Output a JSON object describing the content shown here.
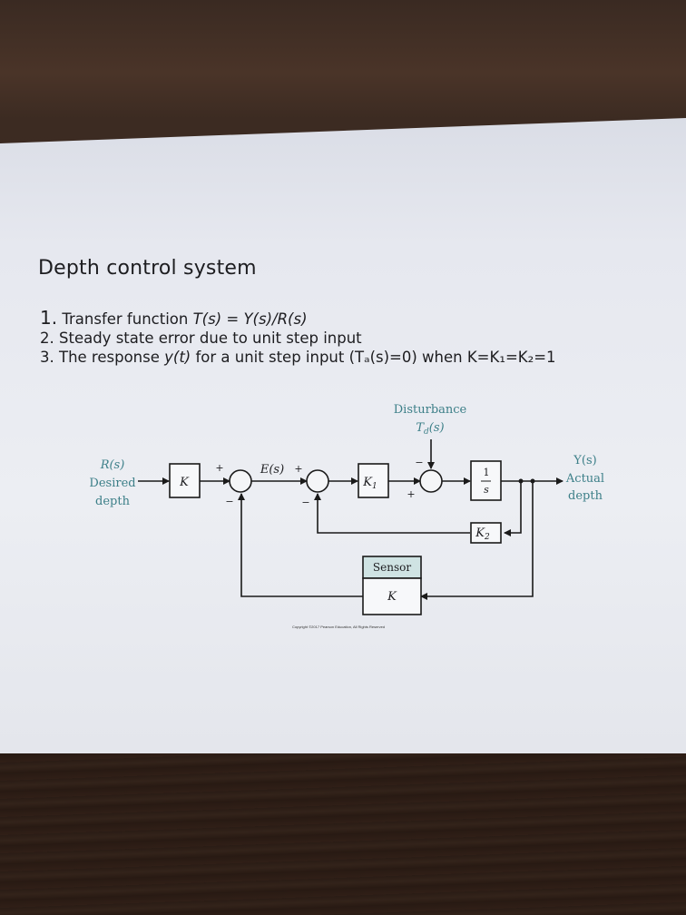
{
  "slide": {
    "title": "Depth control system",
    "items": [
      {
        "num": "1.",
        "before": "Transfer function ",
        "math": "T(s) = Y(s)/R(s)",
        "after": ""
      },
      {
        "num": "2.",
        "before": "Steady state error due to unit step input",
        "math": "",
        "after": ""
      },
      {
        "num": "3.",
        "before": "The response ",
        "math": "y(t)",
        "after": " for a unit step input (Tₐ(s)=0) when K=K₁=K₂=1"
      }
    ]
  },
  "diagram": {
    "input_label": "R(s)",
    "input_caption_1": "Desired",
    "input_caption_2": "depth",
    "output_label": "Y(s)",
    "output_caption_1": "Actual",
    "output_caption_2": "depth",
    "disturbance_label": "Disturbance",
    "disturbance_symbol": "T",
    "disturbance_sub": "d",
    "disturbance_arg": "(s)",
    "gain_block": "K",
    "k1_block": "K",
    "k1_sub": "1",
    "k2_block": "K",
    "k2_sub": "2",
    "integrator_num": "1",
    "integrator_den": "s",
    "error_label": "E(s)",
    "sensor_title": "Sensor",
    "sensor_block": "K",
    "sum1_plus": "+",
    "sum1_minus": "−",
    "sum2_plus": "+",
    "sum2_minus": "−",
    "sum3_minus": "−",
    "sum3_plus": "+",
    "copyright": "Copyright ©2017 Pearson Education, All Rights Reserved"
  },
  "colors": {
    "teal_text": "#3c7f88",
    "sensor_fill": "#cfe3e3"
  }
}
